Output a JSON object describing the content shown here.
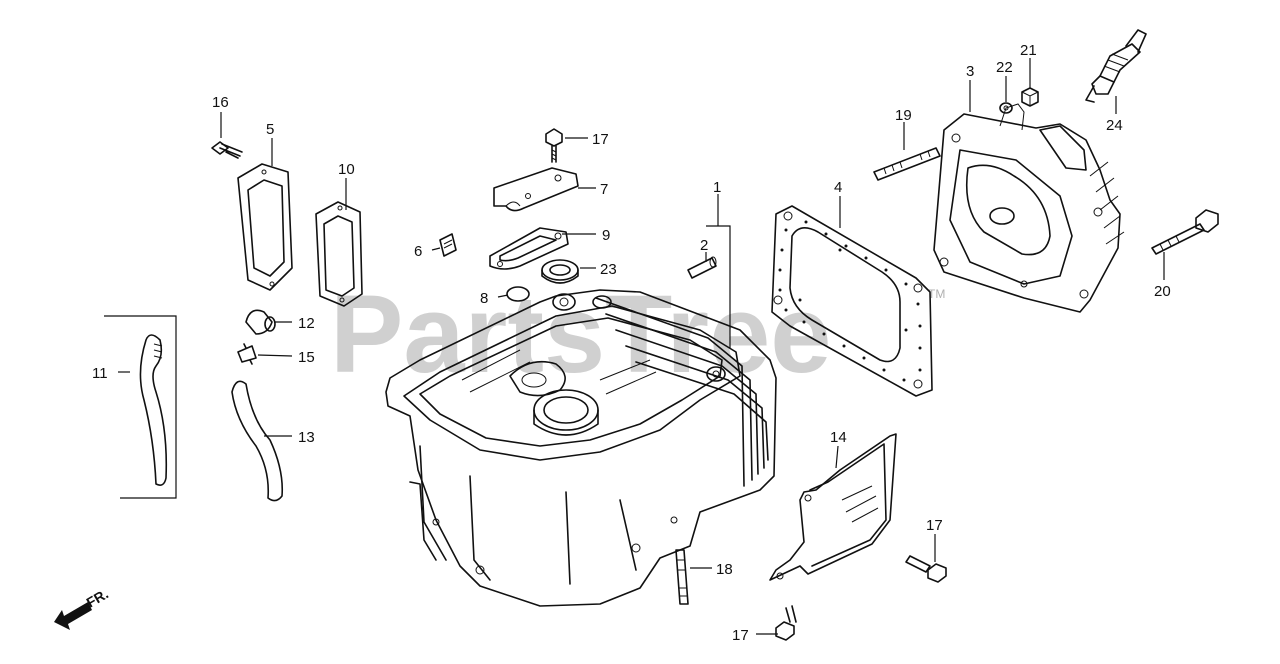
{
  "watermark": {
    "text": "PartsTree",
    "tm": "TM"
  },
  "direction": {
    "label": "FR."
  },
  "callouts": [
    {
      "id": "c1",
      "text": "1"
    },
    {
      "id": "c2",
      "text": "2"
    },
    {
      "id": "c3",
      "text": "3"
    },
    {
      "id": "c4",
      "text": "4"
    },
    {
      "id": "c5",
      "text": "5"
    },
    {
      "id": "c6",
      "text": "6"
    },
    {
      "id": "c7",
      "text": "7"
    },
    {
      "id": "c8",
      "text": "8"
    },
    {
      "id": "c9",
      "text": "9"
    },
    {
      "id": "c10",
      "text": "10"
    },
    {
      "id": "c11",
      "text": "11"
    },
    {
      "id": "c12",
      "text": "12"
    },
    {
      "id": "c13",
      "text": "13"
    },
    {
      "id": "c14",
      "text": "14"
    },
    {
      "id": "c15",
      "text": "15"
    },
    {
      "id": "c16",
      "text": "16"
    },
    {
      "id": "c17a",
      "text": "17"
    },
    {
      "id": "c17b",
      "text": "17"
    },
    {
      "id": "c17c",
      "text": "17"
    },
    {
      "id": "c18",
      "text": "18"
    },
    {
      "id": "c19",
      "text": "19"
    },
    {
      "id": "c20",
      "text": "20"
    },
    {
      "id": "c21",
      "text": "21"
    },
    {
      "id": "c22",
      "text": "22"
    },
    {
      "id": "c23",
      "text": "23"
    },
    {
      "id": "c24",
      "text": "24"
    }
  ]
}
